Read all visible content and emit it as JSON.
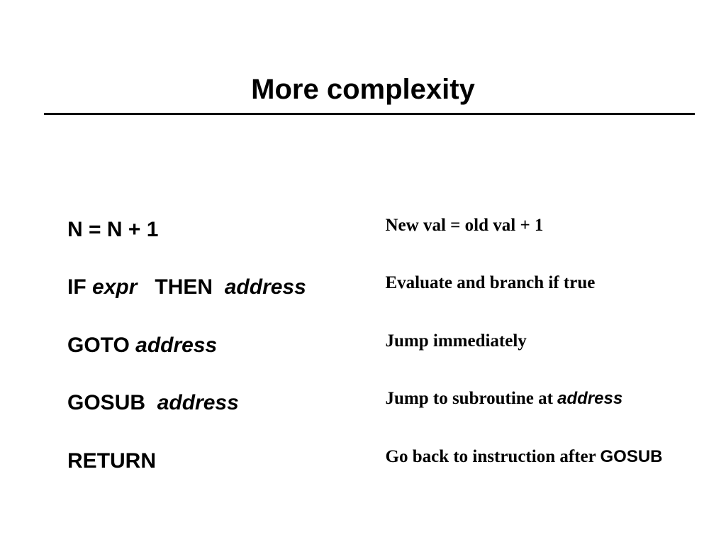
{
  "slide": {
    "title": "More complexity",
    "rows": [
      {
        "cmd": {
          "keyword": "N = N + 1"
        },
        "desc": {
          "text": "New val = old val + 1"
        }
      },
      {
        "cmd": {
          "keyword": "IF ",
          "expr": "expr",
          "then": "   THEN  ",
          "address": "address"
        },
        "desc": {
          "text": "Evaluate and branch if true"
        }
      },
      {
        "cmd": {
          "keyword": "GOTO ",
          "address": "address"
        },
        "desc": {
          "text": "Jump immediately"
        }
      },
      {
        "cmd": {
          "keyword": "GOSUB  ",
          "address": "address"
        },
        "desc": {
          "text": "Jump to subroutine at ",
          "emphasis": "address"
        }
      },
      {
        "cmd": {
          "keyword": "RETURN"
        },
        "desc": {
          "text": "Go back to instruction after ",
          "emphasis": "GOSUB"
        }
      }
    ]
  }
}
